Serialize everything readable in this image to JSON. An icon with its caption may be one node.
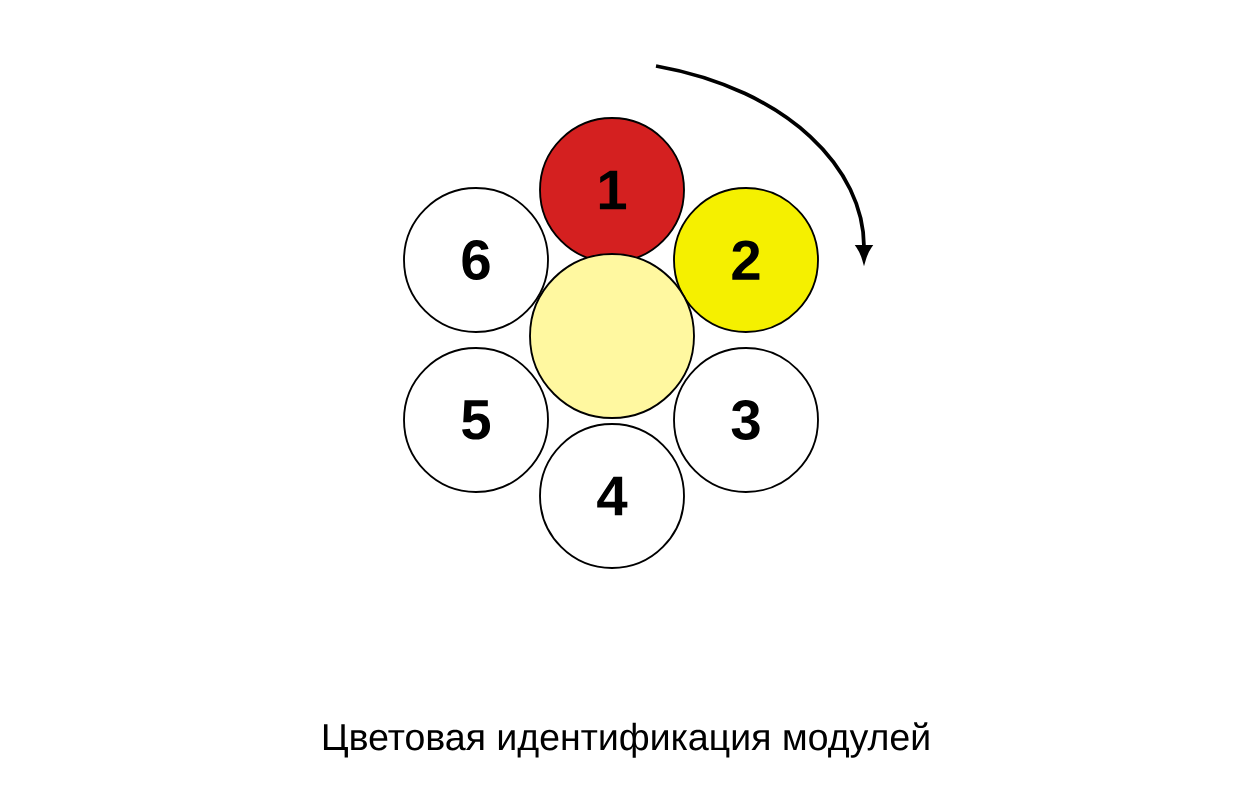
{
  "diagram": {
    "caption": "Цветовая идентификация модулей",
    "nodes": [
      {
        "text": [
          "1"
        ]
      },
      {
        "text": [
          "2"
        ]
      },
      {
        "text": [
          "3"
        ]
      },
      {
        "text": [
          "4"
        ]
      },
      {
        "text": [
          "5"
        ]
      },
      {
        "text": [
          "6"
        ]
      },
      {
        "text": [],
        "shape": "circle"
      }
    ],
    "edges": []
  }
}
